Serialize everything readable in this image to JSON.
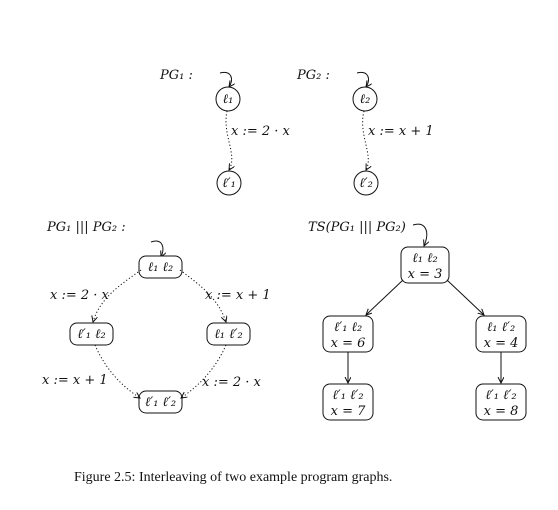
{
  "pg1": {
    "label": "PG₁ :",
    "start": "ℓ₁",
    "end": "ℓ′₁",
    "action": "x := 2 · x"
  },
  "pg2": {
    "label": "PG₂ :",
    "start": "ℓ₂",
    "end": "ℓ′₂",
    "action": "x := x + 1"
  },
  "interleave": {
    "label": "PG₁ ||| PG₂ :",
    "top": "ℓ₁ ℓ₂",
    "left": "ℓ′₁ ℓ₂",
    "right": "ℓ₁ ℓ′₂",
    "bottom": "ℓ′₁ ℓ′₂",
    "edge_top_left": "x := 2 · x",
    "edge_top_right": "x := x + 1",
    "edge_left_bottom": "x := x + 1",
    "edge_right_bottom": "x := 2 · x"
  },
  "ts": {
    "label": "TS(PG₁ ||| PG₂)",
    "root": {
      "locs": "ℓ₁ ℓ₂",
      "val": "x = 3"
    },
    "mid_left": {
      "locs": "ℓ′₁ ℓ₂",
      "val": "x = 6"
    },
    "mid_right": {
      "locs": "ℓ₁ ℓ′₂",
      "val": "x = 4"
    },
    "leaf_left": {
      "locs": "ℓ′₁ ℓ′₂",
      "val": "x = 7"
    },
    "leaf_right": {
      "locs": "ℓ′₁ ℓ′₂",
      "val": "x = 8"
    }
  },
  "caption": "Figure 2.5: Interleaving of two example program graphs."
}
